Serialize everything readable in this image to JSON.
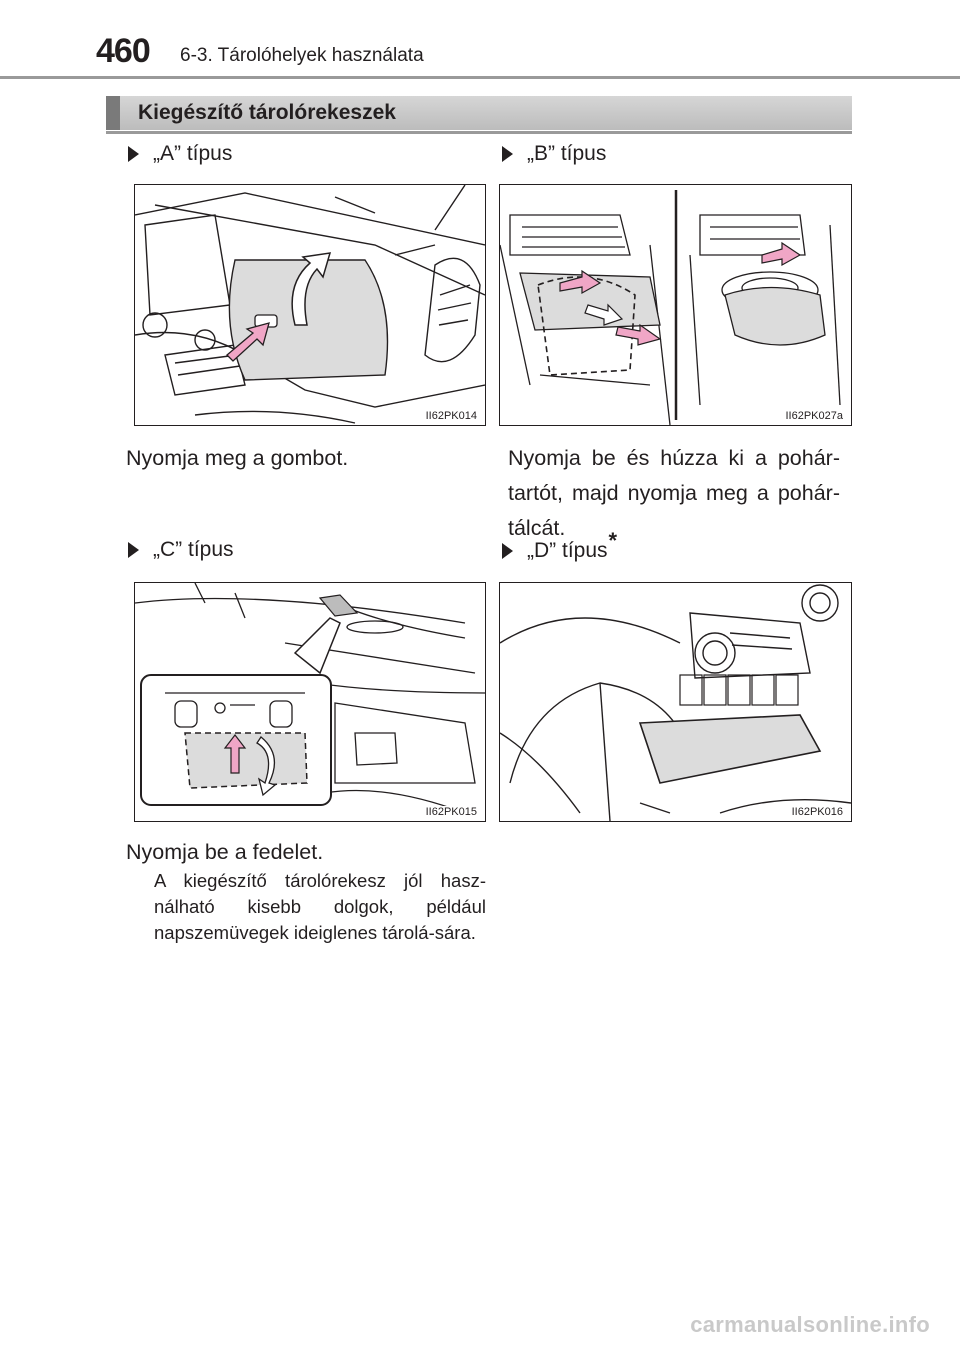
{
  "header": {
    "page_number": "460",
    "chapter": "6-3. Tárolóhelyek használata"
  },
  "section": {
    "title": "Kiegészítő tárolórekeszek"
  },
  "types": [
    {
      "heading": "„A” típus",
      "image_code": "II62PK014",
      "caption": "Nyomja meg a gombot."
    },
    {
      "heading": "„B” típus",
      "image_code": "II62PK027a",
      "caption": "Nyomja be és húzza ki a pohár-tartót, majd nyomja meg a pohár-tálcát."
    },
    {
      "heading": "„C” típus",
      "image_code": "II62PK015",
      "caption": "Nyomja be a fedelet.",
      "note": "A kiegészítő tárolórekesz jól hasz-nálható kisebb dolgok, például napszemüvegek ideiglenes tárolá-sára."
    },
    {
      "heading": "„D” típus",
      "heading_mark": "*",
      "image_code": "II62PK016"
    }
  ],
  "watermark": "carmanualsonline.info",
  "colors": {
    "arrow_pink": "#f0a6c6",
    "compartment_gray": "#dcdcdc",
    "header_line": "#9a9a9a"
  }
}
